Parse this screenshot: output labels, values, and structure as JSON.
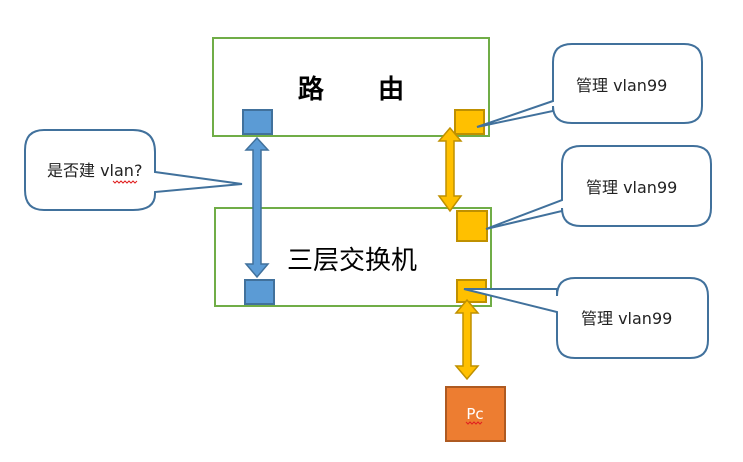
{
  "nodes": {
    "router": {
      "label": "路      由"
    },
    "switch": {
      "label": "三层交换机"
    },
    "pc": {
      "label": "Pc"
    }
  },
  "callouts": {
    "vlan_question": {
      "text": "是否建 vlan?"
    },
    "router_mgmt": {
      "text": "管理 vlan99"
    },
    "switch_mgmt_top": {
      "text": "管理 vlan99"
    },
    "switch_mgmt_bottom": {
      "text": "管理 vlan99"
    }
  },
  "colors": {
    "box_border": "#70ad47",
    "port_blue": "#5b9bd5",
    "port_blue_border": "#41719c",
    "port_yellow": "#ffc000",
    "port_yellow_border": "#bf9000",
    "pc_fill": "#ed7d31",
    "pc_border": "#ae5a21",
    "callout_border": "#41719c"
  }
}
